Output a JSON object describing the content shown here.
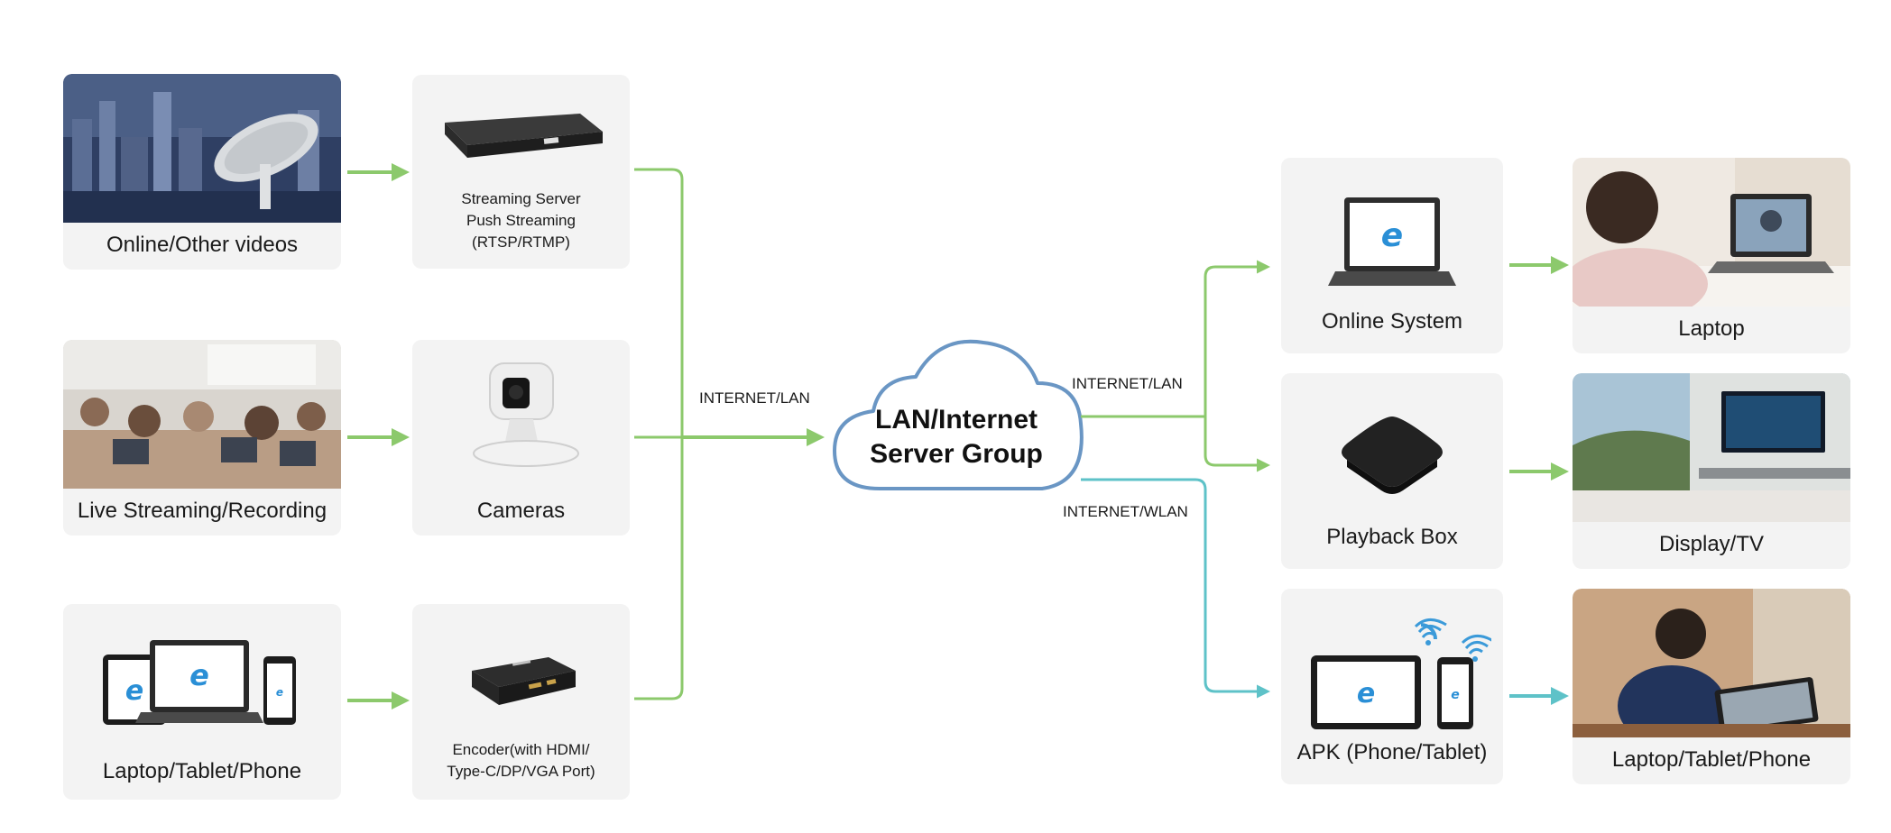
{
  "sources": {
    "online_videos": "Online/Other videos",
    "live_streaming": "Live Streaming/Recording",
    "devices": "Laptop/Tablet/Phone"
  },
  "inputs": {
    "streaming_server": "Streaming Server\nPush Streaming\n(RTSP/RTMP)",
    "cameras": "Cameras",
    "encoder": "Encoder(with HDMI/\nType-C/DP/VGA Port)"
  },
  "hub": {
    "input_link": "INTERNET/LAN",
    "cloud_label": "LAN/Internet\nServer Group",
    "output_link_lan": "INTERNET/LAN",
    "output_link_wlan": "INTERNET/WLAN"
  },
  "outputs": {
    "online_system": "Online System",
    "playback_box": "Playback Box",
    "apk": "APK (Phone/Tablet)"
  },
  "endpoints": {
    "laptop": "Laptop",
    "display_tv": "Display/TV",
    "laptop_tablet_phone": "Laptop/Tablet/Phone"
  },
  "colors": {
    "green_link": "#8cc96c",
    "teal_link": "#5ec2c8",
    "cloud_stroke": "#6a96c4",
    "card_bg": "#f3f3f3",
    "ie_blue": "#2a8fd6"
  },
  "icons": {
    "ie_logo": "browser-e-icon",
    "wifi": "wifi-signal-icon"
  }
}
